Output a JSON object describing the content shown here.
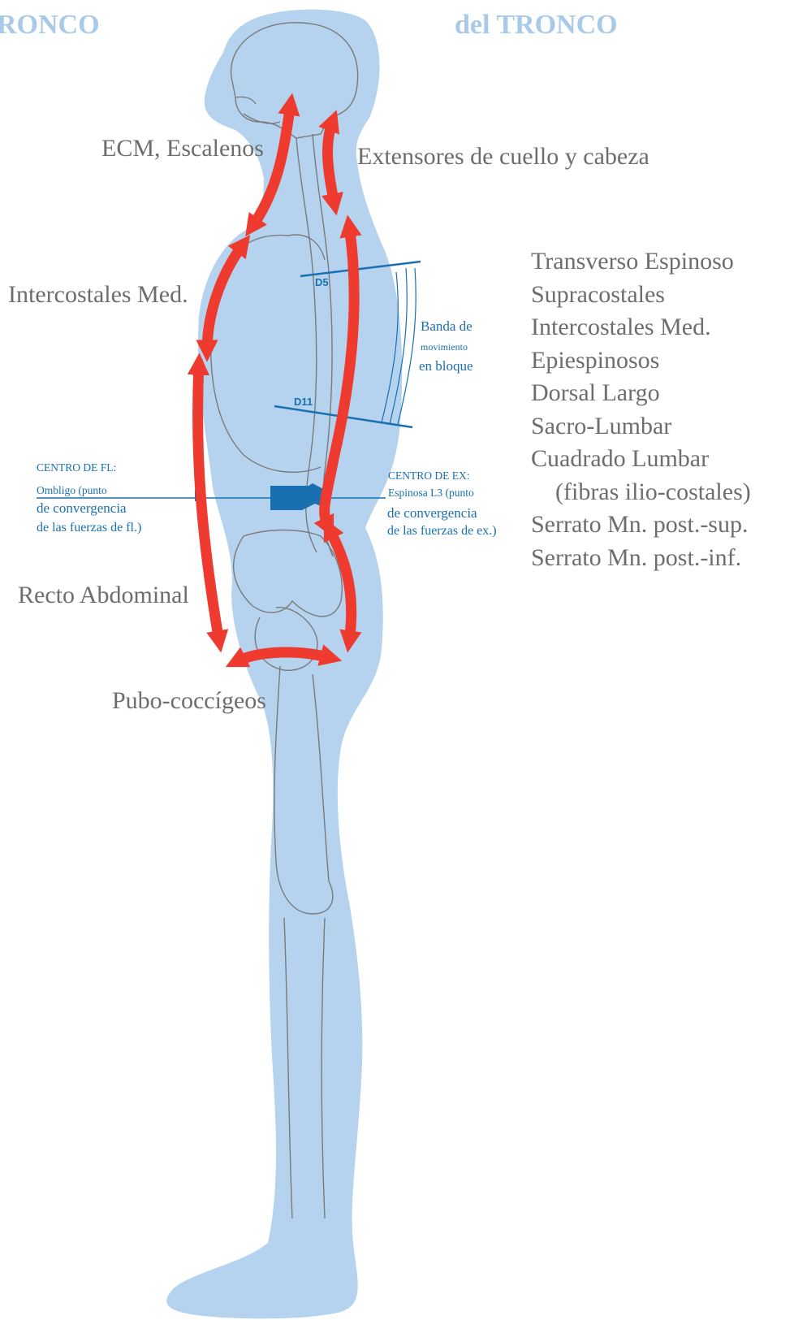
{
  "headings": {
    "left": "RONCO",
    "right": "del TRONCO"
  },
  "labels": {
    "ecm": "ECM, Escalenos",
    "neck_extensors": "Extensores de cuello y cabeza",
    "intercostals_left": "Intercostales Med.",
    "rectus": "Recto Abdominal",
    "pubo": "Pubo-coccígeos"
  },
  "extensor_list": [
    "Transverso Espinoso",
    "Supracostales",
    "Intercostales Med.",
    "Epiespinosos",
    "Dorsal Largo",
    "Sacro-Lumbar",
    "Cuadrado Lumbar",
    "(fibras ilio-costales)",
    "Serrato Mn. post.-sup.",
    "Serrato Mn. post.-inf."
  ],
  "band": {
    "line1": "Banda de",
    "line2": "movimiento",
    "line3": "en bloque"
  },
  "vertebrae": {
    "upper": "D5",
    "lower": "D11"
  },
  "flexion_center": {
    "title": "CENTRO DE FL:",
    "line1": "Ombligo (punto",
    "line2": "de convergencia",
    "line3": "de las fuerzas de fl.)"
  },
  "extension_center": {
    "title": "CENTRO DE EX:",
    "line1": "Espinosa L3 (punto",
    "line2": "de convergencia",
    "line3": "de las fuerzas de ex.)"
  },
  "colors": {
    "body_fill": "#b5d3ee",
    "arrow": "#ee3a2f",
    "outline": "#7a7a7a",
    "annotation_blue": "#1a6fb0",
    "label_grey": "#6d6d6d",
    "heading": "#a9c9e8"
  }
}
